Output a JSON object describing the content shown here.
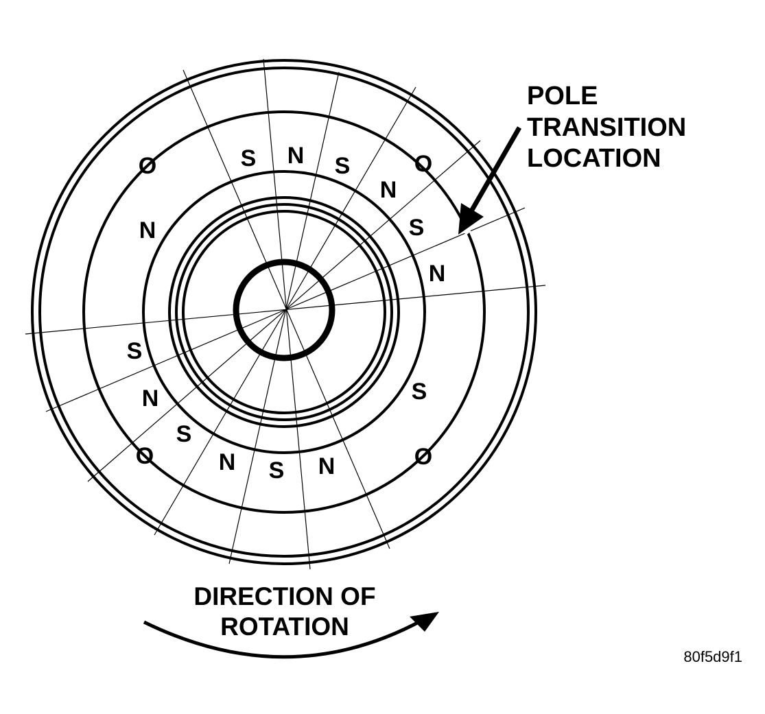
{
  "callout": {
    "lines": [
      "POLE",
      "TRANSITION",
      "LOCATION"
    ]
  },
  "caption": {
    "lines": [
      "DIRECTION OF",
      "ROTATION"
    ]
  },
  "figure_id": "80f5d9f1",
  "marker_glyph": "O",
  "poles": [
    "S",
    "N",
    "S",
    "N",
    "S",
    "N",
    "N",
    "S",
    "N",
    "S",
    "N",
    "S",
    "N",
    "S"
  ],
  "colors": {
    "ink": "#000000",
    "paper": "#ffffff"
  }
}
